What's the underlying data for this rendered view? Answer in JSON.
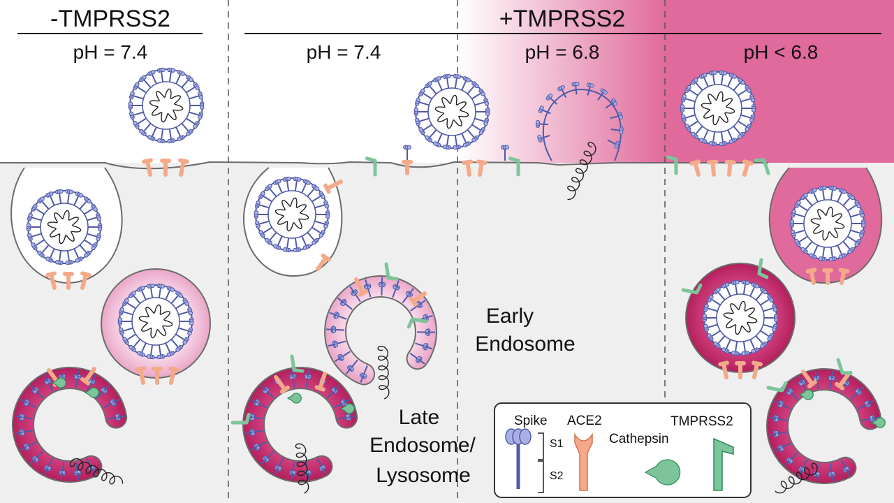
{
  "headers": {
    "minus": "-TMPRSS2",
    "plus": "+TMPRSS2"
  },
  "ph": {
    "col1": "pH = 7.4",
    "col2": "pH = 7.4",
    "col3": "pH = 6.8",
    "col4": "pH < 6.8"
  },
  "labels": {
    "early_line1": "Early",
    "early_line2": "Endosome",
    "late_line1": "Late",
    "late_line2": "Endosome/",
    "late_line3": "Lysosome"
  },
  "legend": {
    "spike": "Spike",
    "s1": "S1",
    "s2": "S2",
    "ace2": "ACE2",
    "cathepsin": "Cathepsin",
    "tmprss2": "TMPRSS2"
  },
  "colors": {
    "spike_fill": "#a9b0e6",
    "spike_stroke": "#4f5aa6",
    "ace2_fill": "#f4a98a",
    "ace2_stroke": "#d9704d",
    "tmprss2_fill": "#7cc59a",
    "tmprss2_stroke": "#2e8a57",
    "cathepsin_fill": "#7cc59a",
    "acid_pink": "#d94f8a",
    "early_pink": "#f2c4dc",
    "late_magenta": "#c8336f",
    "cell_gray": "#efefef"
  }
}
